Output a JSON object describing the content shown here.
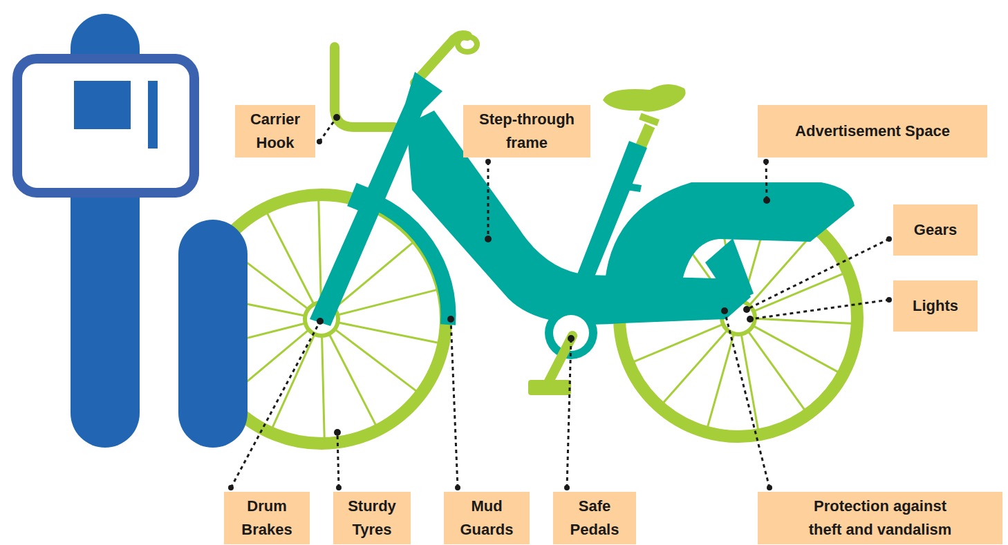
{
  "diagram": {
    "nodes": [
      {
        "text": [
          "Carrier Hook"
        ]
      },
      {
        "text": [
          "Step-through frame"
        ]
      },
      {
        "text": [
          "Advertisement Space"
        ]
      },
      {
        "text": [
          "Gears"
        ]
      },
      {
        "text": [
          "Lights"
        ]
      },
      {
        "text": [
          "Drum Brakes"
        ]
      },
      {
        "text": [
          "Sturdy Tyres"
        ]
      },
      {
        "text": [
          "Mud Guards"
        ]
      },
      {
        "text": [
          "Safe Pedals"
        ]
      },
      {
        "text": [
          "Protection against theft and vandalism"
        ]
      }
    ]
  }
}
